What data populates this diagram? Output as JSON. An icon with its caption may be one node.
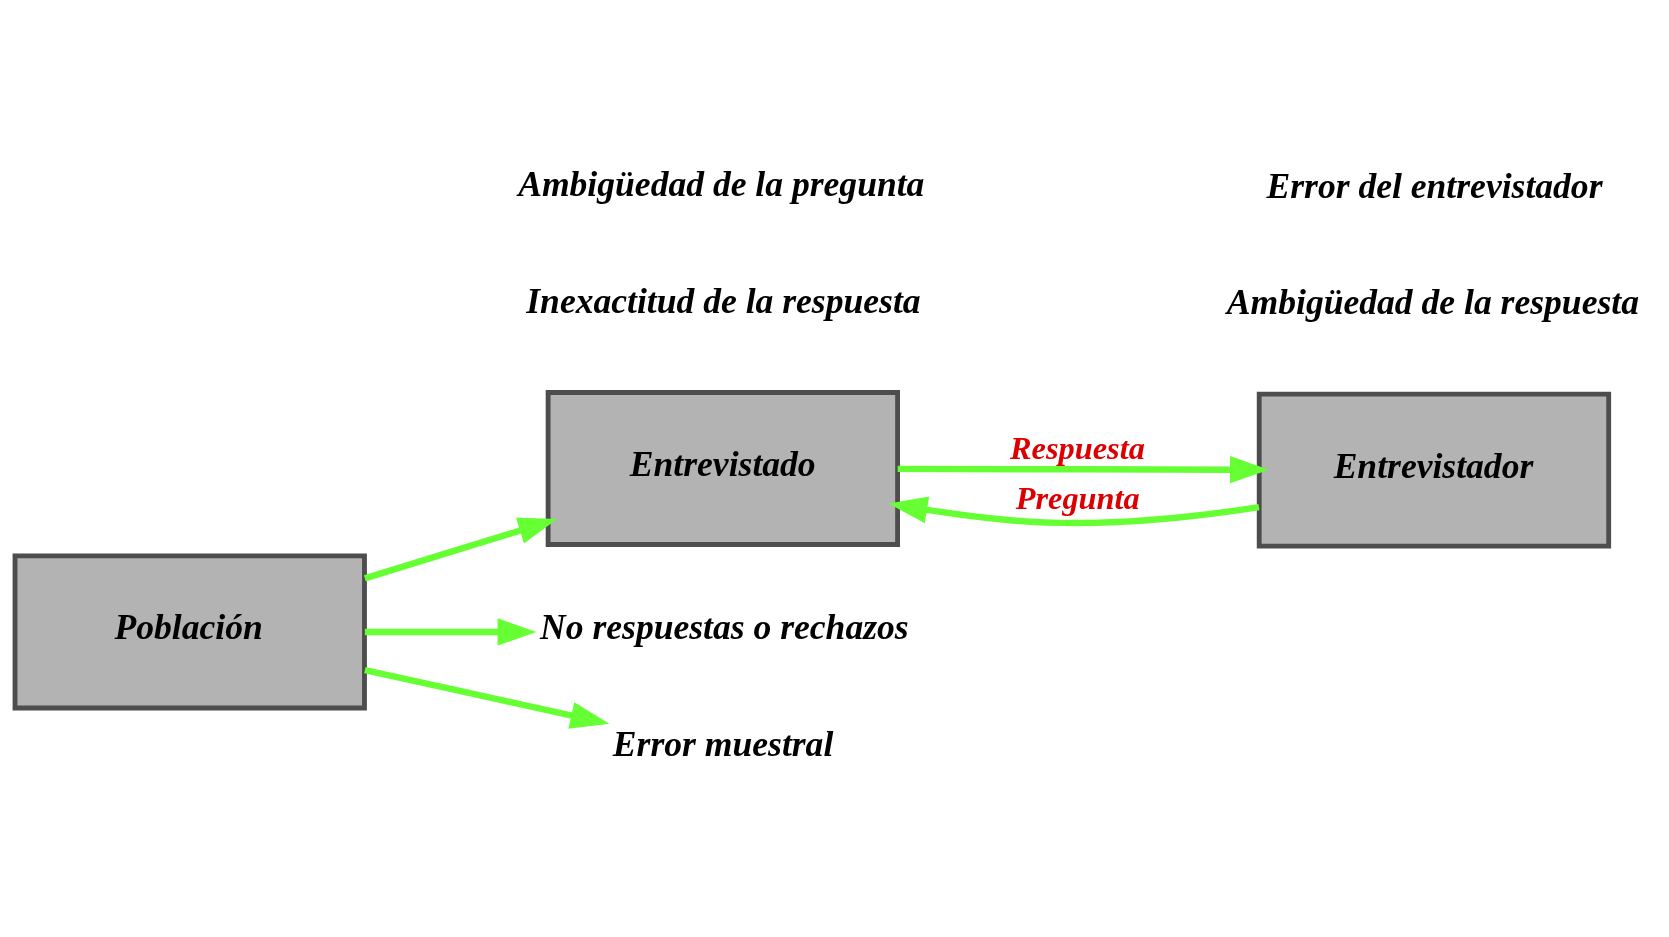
{
  "diagram": {
    "nodes": [
      {
        "text": [
          "Población"
        ]
      },
      {
        "text": [
          "Entrevistado"
        ]
      },
      {
        "text": [
          "Entrevistador"
        ]
      },
      {
        "text": [
          "No respuestas o rechazos"
        ]
      },
      {
        "text": [
          "Error muestral"
        ]
      }
    ],
    "edges": [
      {
        "from": 0,
        "to": 1,
        "arrow": "to"
      },
      {
        "from": 1,
        "to": 2,
        "arrow": "to",
        "label": "Respuesta"
      },
      {
        "from": 2,
        "to": 1,
        "arrow": "to",
        "label": "Pregunta"
      },
      {
        "from": 0,
        "to": 3,
        "arrow": "to"
      },
      {
        "from": 0,
        "to": 4,
        "arrow": "to"
      }
    ],
    "labels": [
      "Inexactitud de la respuesta",
      "Ambigüedad de la respuesta",
      "Ambigüedad de la pregunta",
      "Error del entrevistador"
    ]
  }
}
